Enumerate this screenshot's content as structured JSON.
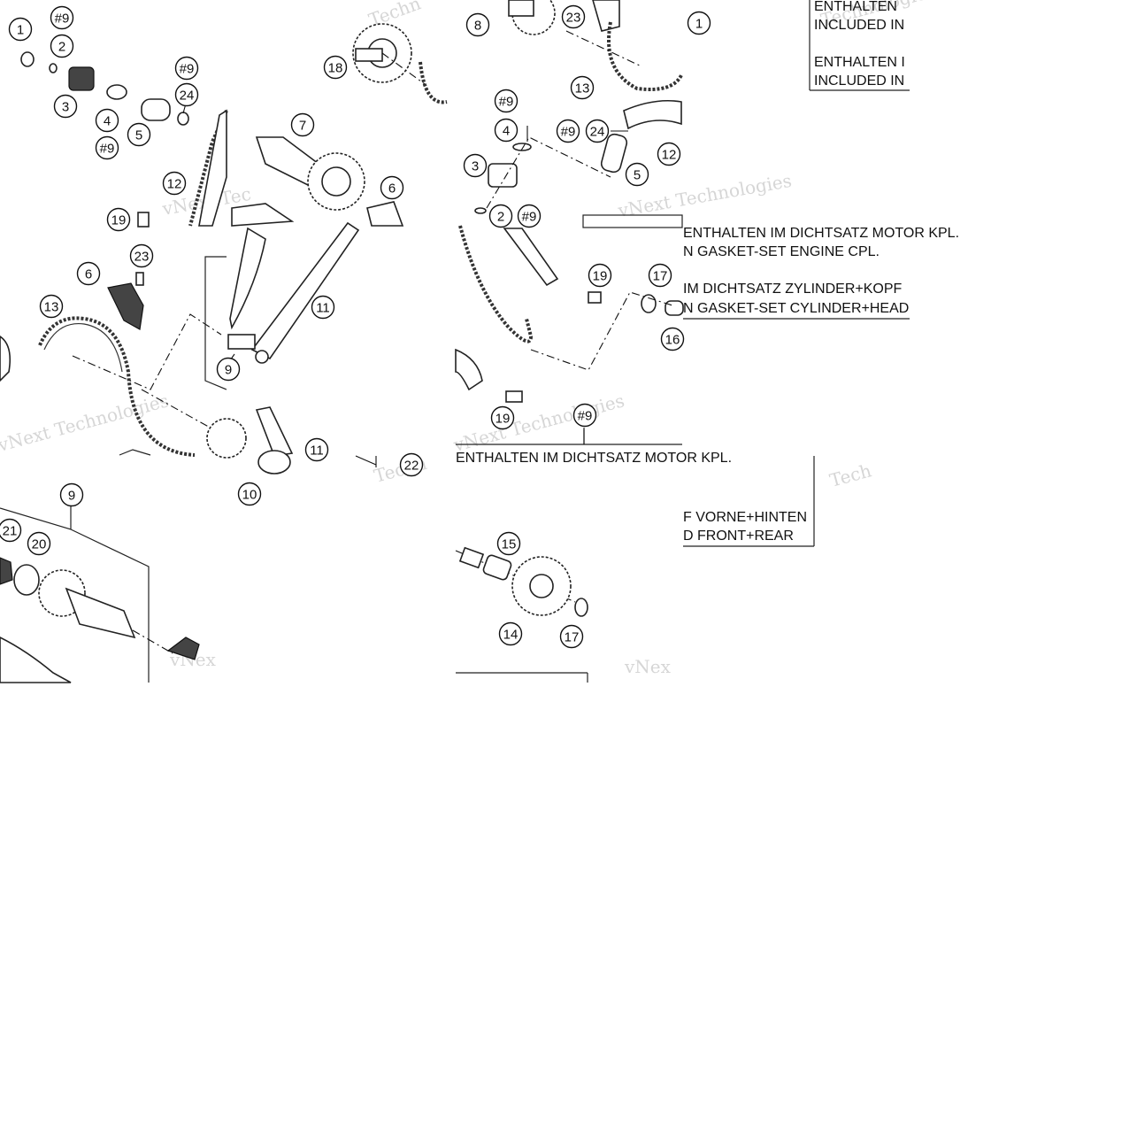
{
  "callouts": [
    {
      "label": "1"
    },
    {
      "label": "#9"
    },
    {
      "label": "2"
    },
    {
      "label": "#9"
    },
    {
      "label": "24"
    },
    {
      "label": "3"
    },
    {
      "label": "4"
    },
    {
      "label": "5"
    },
    {
      "label": "#9"
    },
    {
      "label": "12"
    },
    {
      "label": "19"
    },
    {
      "label": "18"
    },
    {
      "label": "7"
    },
    {
      "label": "6"
    },
    {
      "label": "8"
    },
    {
      "label": "23"
    },
    {
      "label": "1"
    },
    {
      "label": "13"
    },
    {
      "label": "#9"
    },
    {
      "label": "4"
    },
    {
      "label": "#9"
    },
    {
      "label": "24"
    },
    {
      "label": "3"
    },
    {
      "label": "12"
    },
    {
      "label": "5"
    },
    {
      "label": "2"
    },
    {
      "label": "#9"
    },
    {
      "label": "23"
    },
    {
      "label": "6"
    },
    {
      "label": "13"
    },
    {
      "label": "11"
    },
    {
      "label": "19"
    },
    {
      "label": "17"
    },
    {
      "label": "16"
    },
    {
      "label": "9"
    },
    {
      "label": "19"
    },
    {
      "label": "#9"
    },
    {
      "label": "11"
    },
    {
      "label": "22"
    },
    {
      "label": "10"
    },
    {
      "label": "9"
    },
    {
      "label": "21"
    },
    {
      "label": "20"
    },
    {
      "label": "15"
    },
    {
      "label": "14"
    },
    {
      "label": "17"
    }
  ],
  "notes": {
    "top_line1": "ENTHALTEN",
    "top_line2": "INCLUDED IN",
    "top_line3": "ENTHALTEN I",
    "top_line4": "INCLUDED IN",
    "mid_line1": "ENTHALTEN IM DICHTSATZ MOTOR KPL.",
    "mid_line2": "N GASKET-SET ENGINE CPL.",
    "mid_line3": "IM DICHTSATZ ZYLINDER+KOPF",
    "mid_line4": "N GASKET-SET CYLINDER+HEAD",
    "low_line1": "ENTHALTEN IM DICHTSATZ MOTOR KPL.",
    "low_line2": "F VORNE+HINTEN",
    "low_line3": "D FRONT+REAR"
  },
  "watermarks": {
    "w1": "vNext Technologies",
    "w2": "vNext Tec",
    "w3": "vNext Technologies",
    "w4": "Technologies",
    "w5": "vNext Technologies",
    "w6": "Techn",
    "w7": "Tech",
    "w8": "vNex",
    "w9": "vNex",
    "w10": "Techn"
  }
}
